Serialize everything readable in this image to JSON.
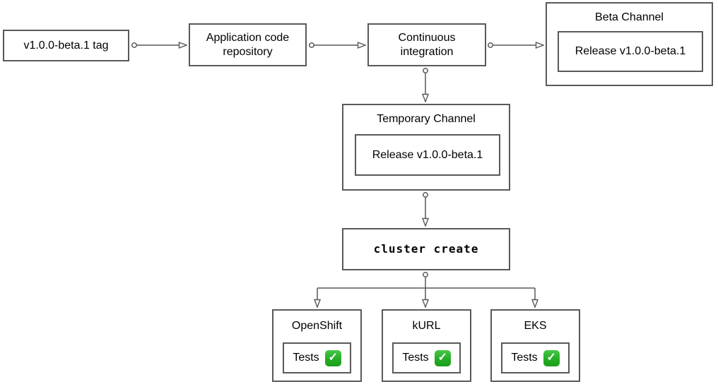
{
  "diagram": {
    "background": "#ffffff",
    "border_color": "#595959",
    "arrow_color": "#595959",
    "text_color": "#000000",
    "check_green": "#25ad25",
    "nodes": {
      "tag": {
        "label": "v1.0.0-beta.1 tag"
      },
      "repo": {
        "label": "Application code repository"
      },
      "ci": {
        "label": "Continuous integration"
      },
      "beta_channel": {
        "title": "Beta Channel",
        "release": "Release v1.0.0-beta.1"
      },
      "temporary_channel": {
        "title": "Temporary Channel",
        "release": "Release v1.0.0-beta.1"
      },
      "cluster_create": {
        "label": "cluster create"
      },
      "openshift": {
        "title": "OpenShift",
        "tests_label": "Tests",
        "status_icon": "check-mark-button",
        "check_glyph": "✓"
      },
      "kurl": {
        "title": "kURL",
        "tests_label": "Tests",
        "status_icon": "check-mark-button",
        "check_glyph": "✓"
      },
      "eks": {
        "title": "EKS",
        "tests_label": "Tests",
        "status_icon": "check-mark-button",
        "check_glyph": "✓"
      }
    },
    "edges": [
      {
        "from": "tag",
        "to": "repo"
      },
      {
        "from": "repo",
        "to": "ci"
      },
      {
        "from": "ci",
        "to": "beta_channel"
      },
      {
        "from": "ci",
        "to": "temporary_channel"
      },
      {
        "from": "temporary_channel",
        "to": "cluster_create"
      },
      {
        "from": "cluster_create",
        "to": "openshift"
      },
      {
        "from": "cluster_create",
        "to": "kurl"
      },
      {
        "from": "cluster_create",
        "to": "eks"
      }
    ]
  }
}
